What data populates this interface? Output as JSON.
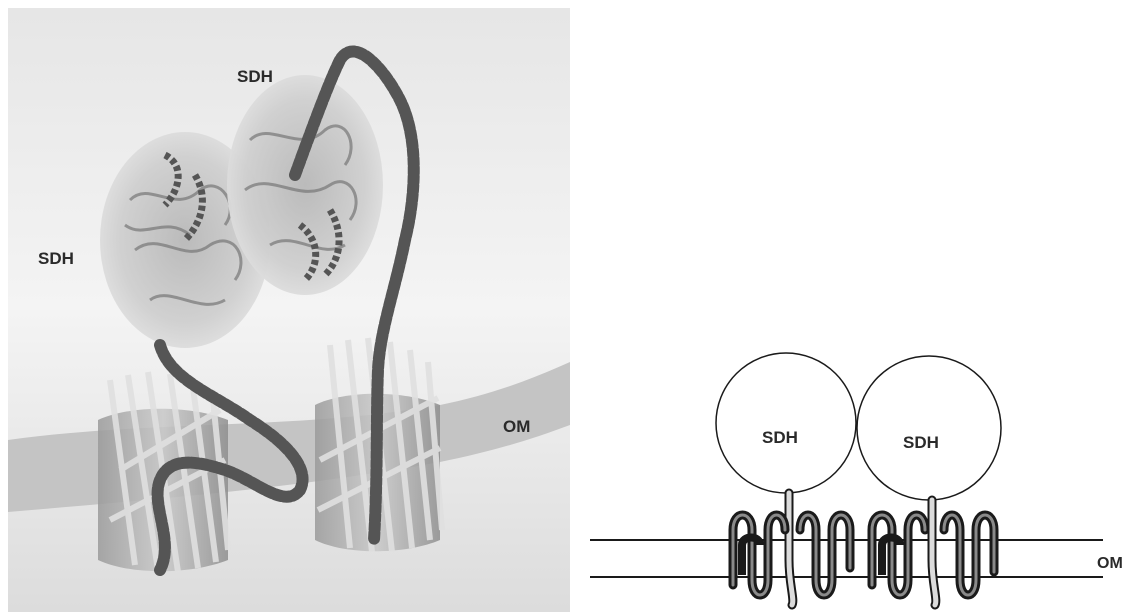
{
  "left_panel": {
    "labels": {
      "sdh_top": "SDH",
      "sdh_left": "SDH",
      "om": "OM"
    }
  },
  "right_panel": {
    "labels": {
      "sdh_a": "SDH",
      "sdh_b": "SDH",
      "om": "OM"
    }
  },
  "colors": {
    "background": "#ffffff",
    "membrane_band": "#c4c4c4",
    "helix": "#555555",
    "barrel": "#a8a8a8",
    "protein_cloud": "#d0d0d0",
    "schematic_line": "#1a1a1a"
  }
}
